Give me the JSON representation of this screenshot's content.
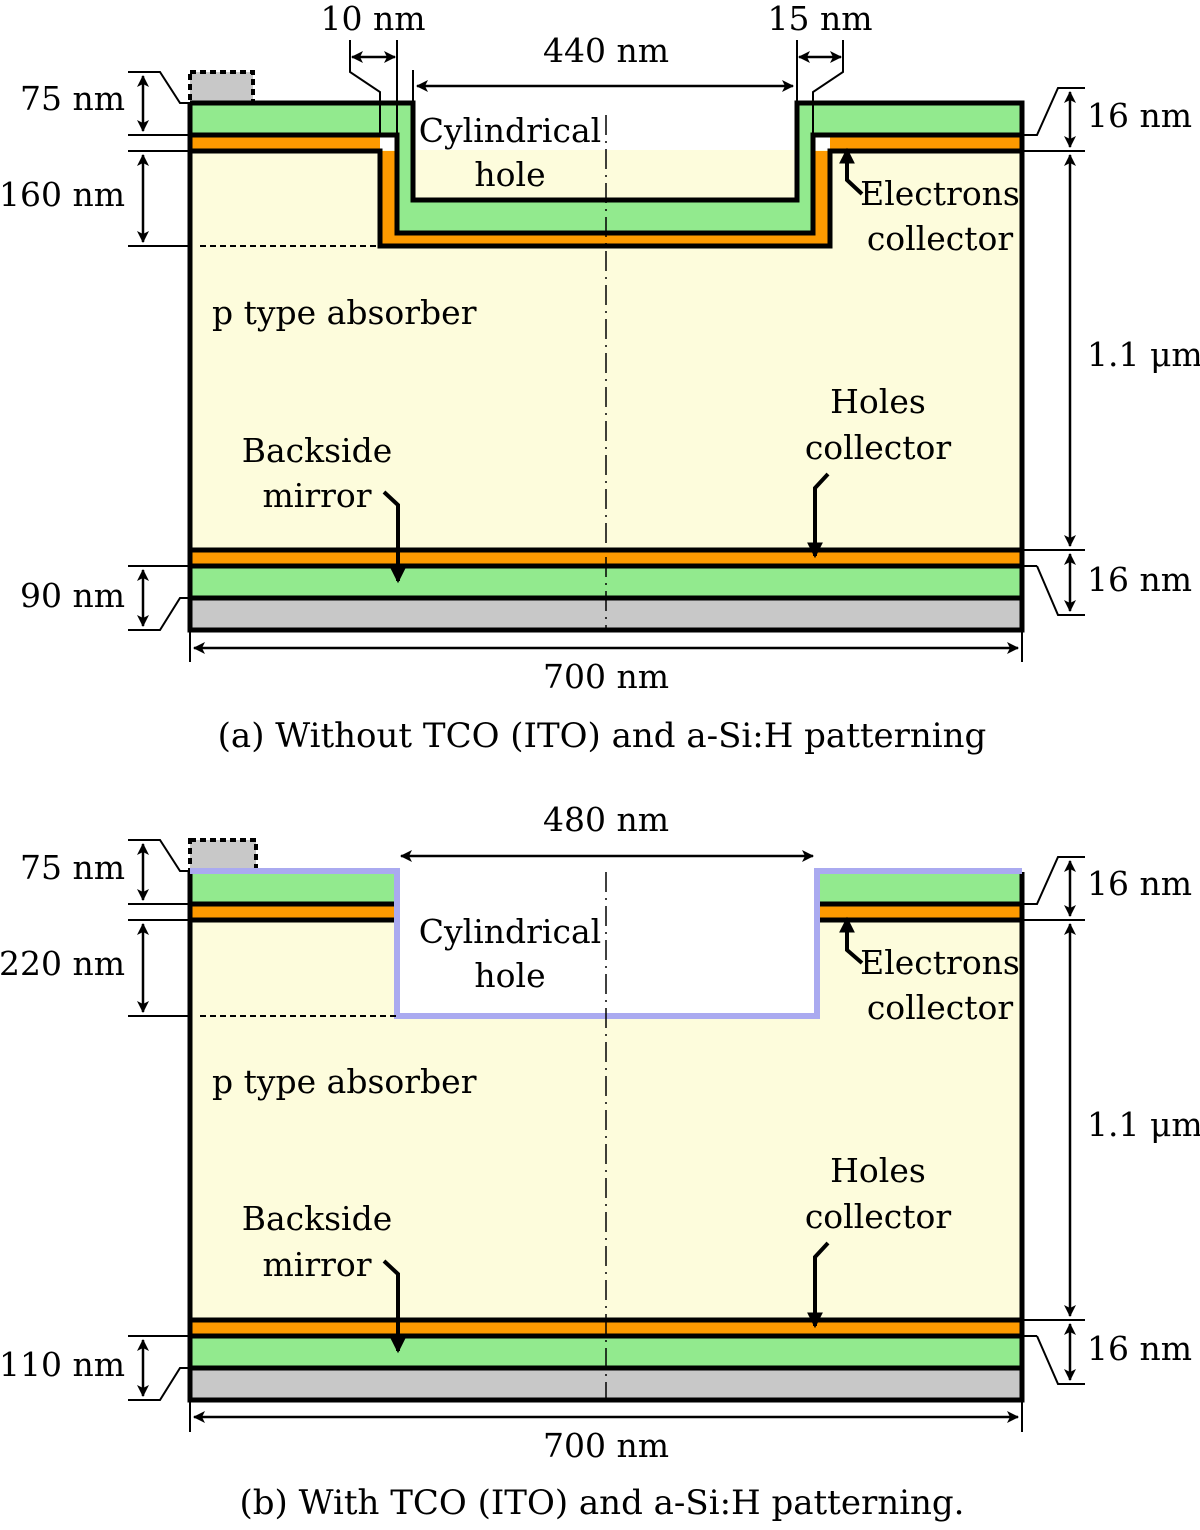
{
  "colors": {
    "absorber": "#fdfcdc",
    "a_si_h_layer": "#fd9a00",
    "tco_layer": "#92ea8e",
    "mirror_metal": "#c8c8c8",
    "front_contact": "#c8c8c8",
    "conformal_coating": "#aaaaf0"
  },
  "panel_a": {
    "caption": "(a)  Without TCO (ITO) and a-Si:H patterning",
    "dim_top_left": "75 nm",
    "dim_depth": "160 nm",
    "dim_bottom_left": "90 nm",
    "dim_top_right": "16 nm",
    "dim_thickness": "1.1 μm",
    "dim_bottom_right": "16 nm",
    "dim_width": "700 nm",
    "dim_hole_width": "440 nm",
    "dim_gap_left": "10 nm",
    "dim_gap_right": "15 nm",
    "hole_label_1": "Cylindrical",
    "hole_label_2": "hole",
    "absorber_label": "p type absorber",
    "electrons_label_1": "Electrons",
    "electrons_label_2": "collector",
    "holes_label_1": "Holes",
    "holes_label_2": "collector",
    "mirror_label_1": "Backside",
    "mirror_label_2": "mirror"
  },
  "panel_b": {
    "caption": "(b)  With TCO (ITO) and a-Si:H patterning.",
    "dim_top_left": "75 nm",
    "dim_depth": "220 nm",
    "dim_bottom_left": "110 nm",
    "dim_top_right": "16 nm",
    "dim_thickness": "1.1 μm",
    "dim_bottom_right": "16 nm",
    "dim_width": "700 nm",
    "dim_hole_width": "480 nm",
    "hole_label_1": "Cylindrical",
    "hole_label_2": "hole",
    "absorber_label": "p type absorber",
    "electrons_label_1": "Electrons",
    "electrons_label_2": "collector",
    "holes_label_1": "Holes",
    "holes_label_2": "collector",
    "mirror_label_1": "Backside",
    "mirror_label_2": "mirror"
  }
}
